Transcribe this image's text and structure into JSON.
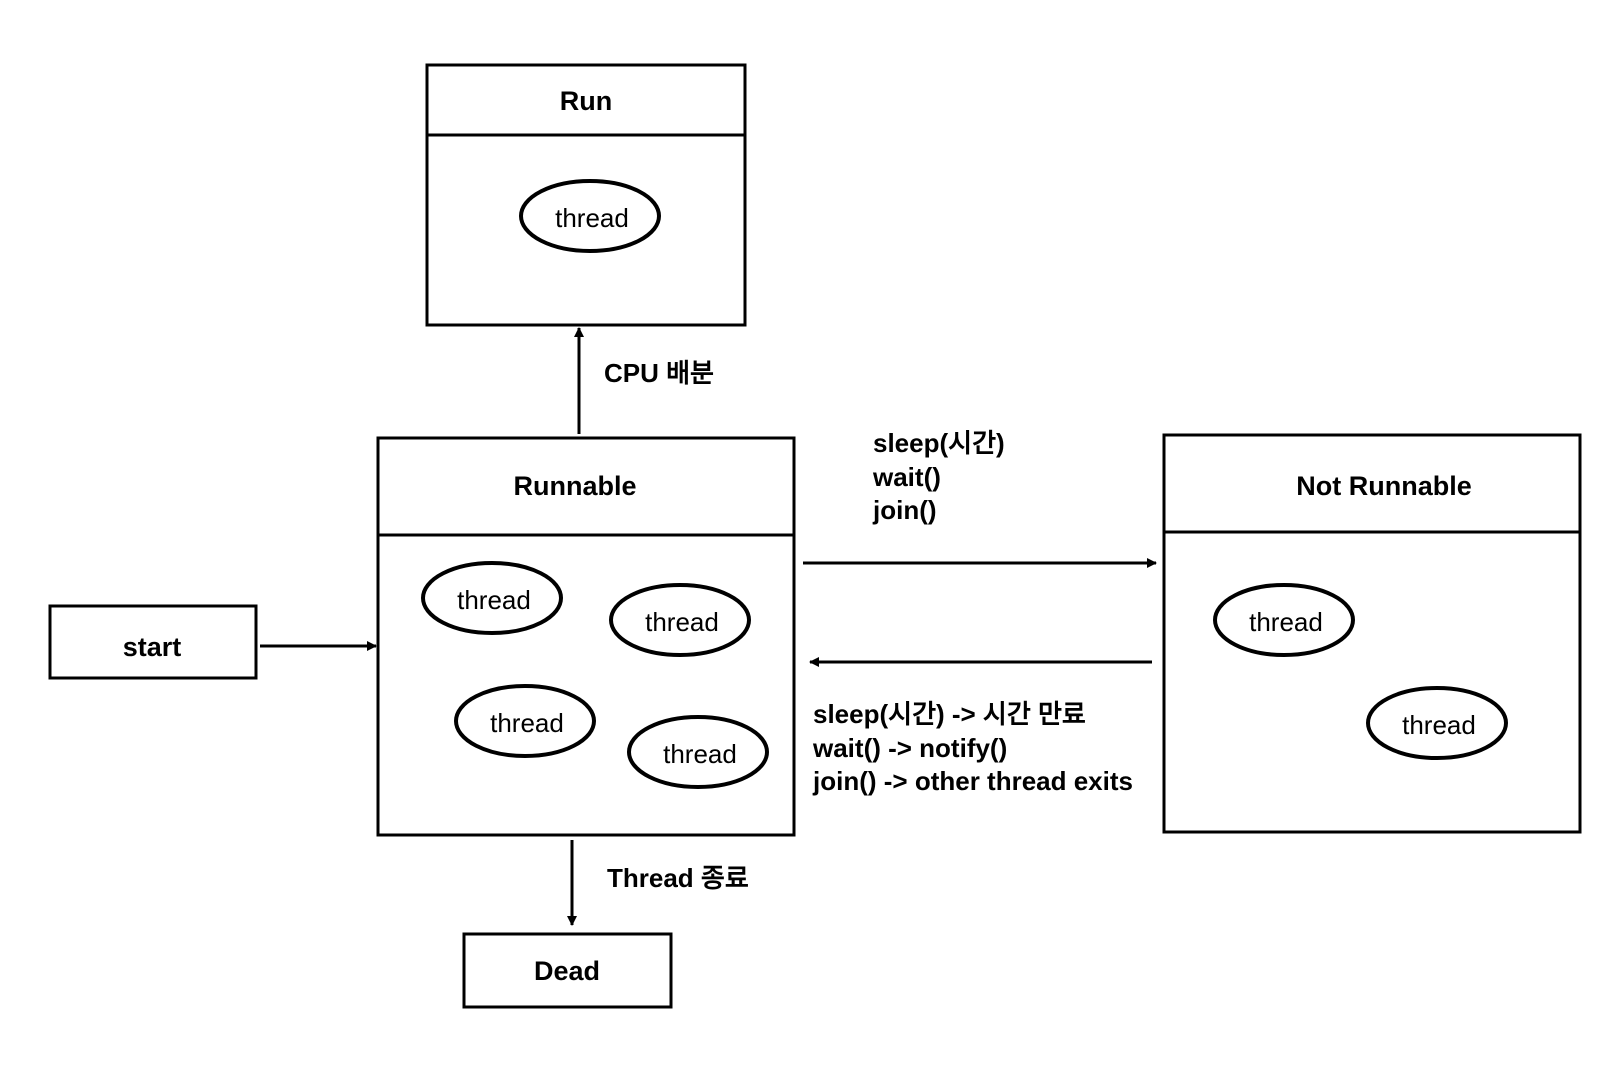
{
  "states": {
    "run": {
      "title": "Run",
      "threads": [
        "thread"
      ]
    },
    "runnable": {
      "title": "Runnable",
      "threads": [
        "thread",
        "thread",
        "thread",
        "thread"
      ]
    },
    "not_runnable": {
      "title": "Not Runnable",
      "threads": [
        "thread",
        "thread"
      ]
    },
    "start": {
      "title": "start"
    },
    "dead": {
      "title": "Dead"
    }
  },
  "transitions": {
    "cpu_allocation": "CPU 배분",
    "thread_end": "Thread 종료",
    "to_not_runnable": [
      "sleep(시간)",
      "wait()",
      "join()"
    ],
    "to_runnable": [
      "sleep(시간) -> 시간 만료",
      "wait() -> notify()",
      "join() -> other thread exits"
    ]
  }
}
